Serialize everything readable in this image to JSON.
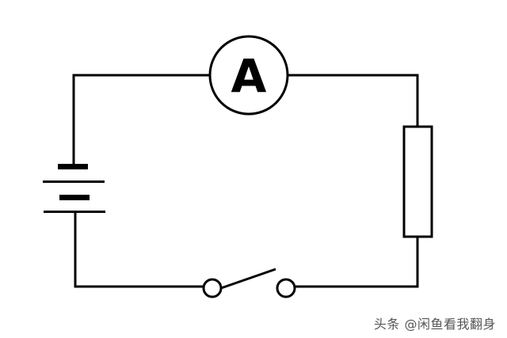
{
  "diagram": {
    "type": "circuit",
    "components": [
      {
        "id": "battery",
        "kind": "battery"
      },
      {
        "id": "ammeter",
        "kind": "ammeter",
        "label": "A"
      },
      {
        "id": "resistor",
        "kind": "resistor"
      },
      {
        "id": "switch",
        "kind": "switch",
        "state": "open"
      }
    ],
    "colors": {
      "line": "#000000",
      "background": "#ffffff"
    }
  },
  "watermark": "头条 @闲鱼看我翻身"
}
